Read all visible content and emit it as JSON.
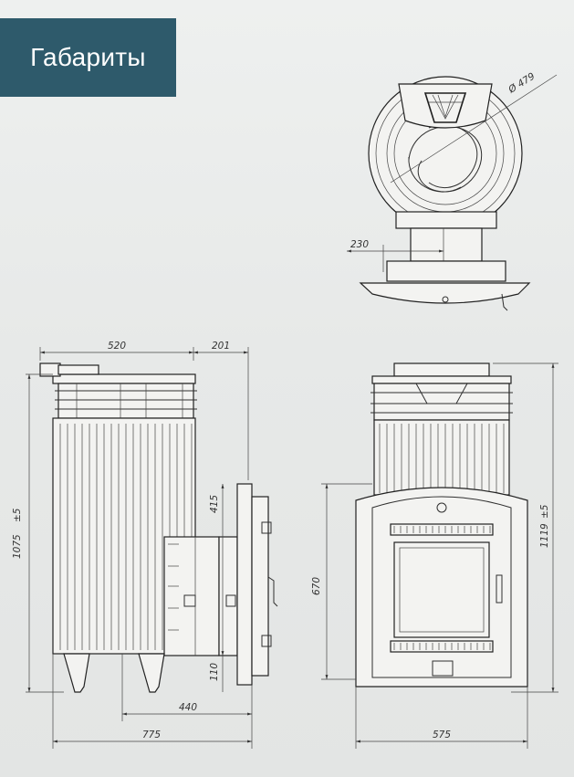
{
  "title": "Габариты",
  "colors": {
    "badge": "#2e5a6b",
    "line": "#2f2f2f",
    "background": "#e8eaea"
  },
  "dimensions": {
    "top_diameter": "Ø 479",
    "top_offset": "230",
    "side_width": "520",
    "side_protrusion": "201",
    "side_height": "1075",
    "side_height_tol": "±5",
    "side_tunnel_height": "415",
    "side_tunnel_bottom": "110",
    "side_tunnel_length": "440",
    "side_depth": "775",
    "front_height": "1119",
    "front_height_tol": "±5",
    "front_door_height": "670",
    "front_width": "575"
  }
}
